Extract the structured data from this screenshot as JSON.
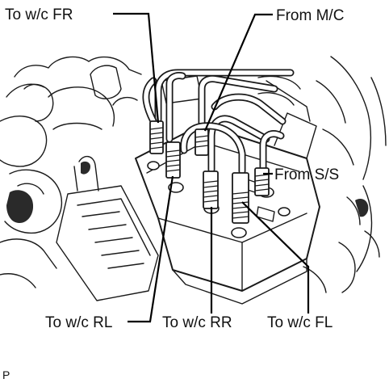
{
  "labels": {
    "to_wc_fr": "To w/c FR",
    "from_mc": "From M/C",
    "from_ss": "From S/S",
    "to_wc_rl": "To w/c RL",
    "to_wc_rr": "To w/c RR",
    "to_wc_fl": "To w/c FL"
  },
  "figure_code": "P"
}
